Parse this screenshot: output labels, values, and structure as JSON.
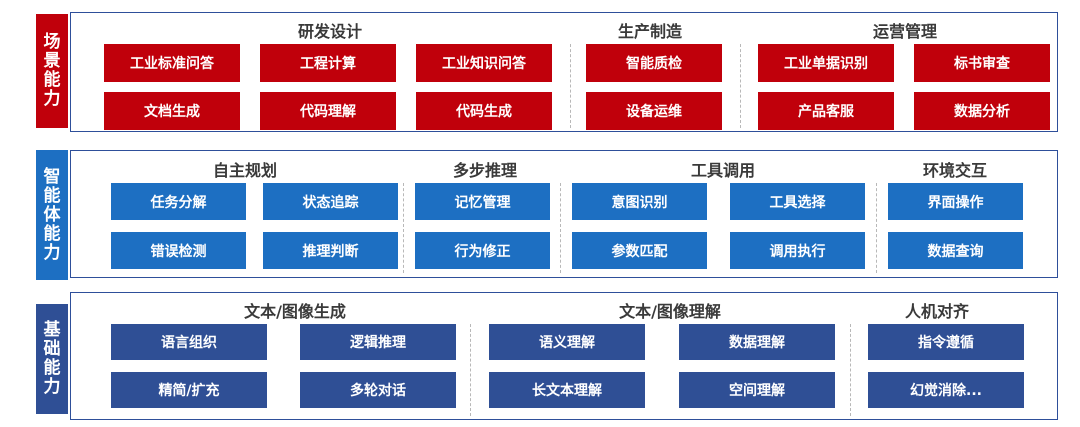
{
  "layers": {
    "scenario": {
      "label": [
        "场",
        "景",
        "能",
        "力"
      ],
      "groups": [
        "研发设计",
        "生产制造",
        "运营管理"
      ],
      "cells": [
        "工业标准问答",
        "工程计算",
        "工业知识问答",
        "智能质检",
        "工业单据识别",
        "标书审查",
        "文档生成",
        "代码理解",
        "代码生成",
        "设备运维",
        "产品客服",
        "数据分析"
      ]
    },
    "agent": {
      "label": [
        "智",
        "能",
        "体",
        "能",
        "力"
      ],
      "groups": [
        "自主规划",
        "多步推理",
        "工具调用",
        "环境交互"
      ],
      "cells": [
        "任务分解",
        "状态追踪",
        "记忆管理",
        "意图识别",
        "工具选择",
        "界面操作",
        "错误检测",
        "推理判断",
        "行为修正",
        "参数匹配",
        "调用执行",
        "数据查询"
      ]
    },
    "base": {
      "label": [
        "基",
        "础",
        "能",
        "力"
      ],
      "groups": [
        "文本/图像生成",
        "文本/图像理解",
        "人机对齐"
      ],
      "cells": [
        "语言组织",
        "逻辑推理",
        "语义理解",
        "数据理解",
        "指令遵循",
        "精简/扩充",
        "多轮对话",
        "长文本理解",
        "空间理解",
        "幻觉消除..."
      ]
    }
  },
  "colors": {
    "scenario": "#c0000b",
    "agent": "#1d6fc2",
    "base": "#2f4f95",
    "border": "#2e4f9a"
  }
}
